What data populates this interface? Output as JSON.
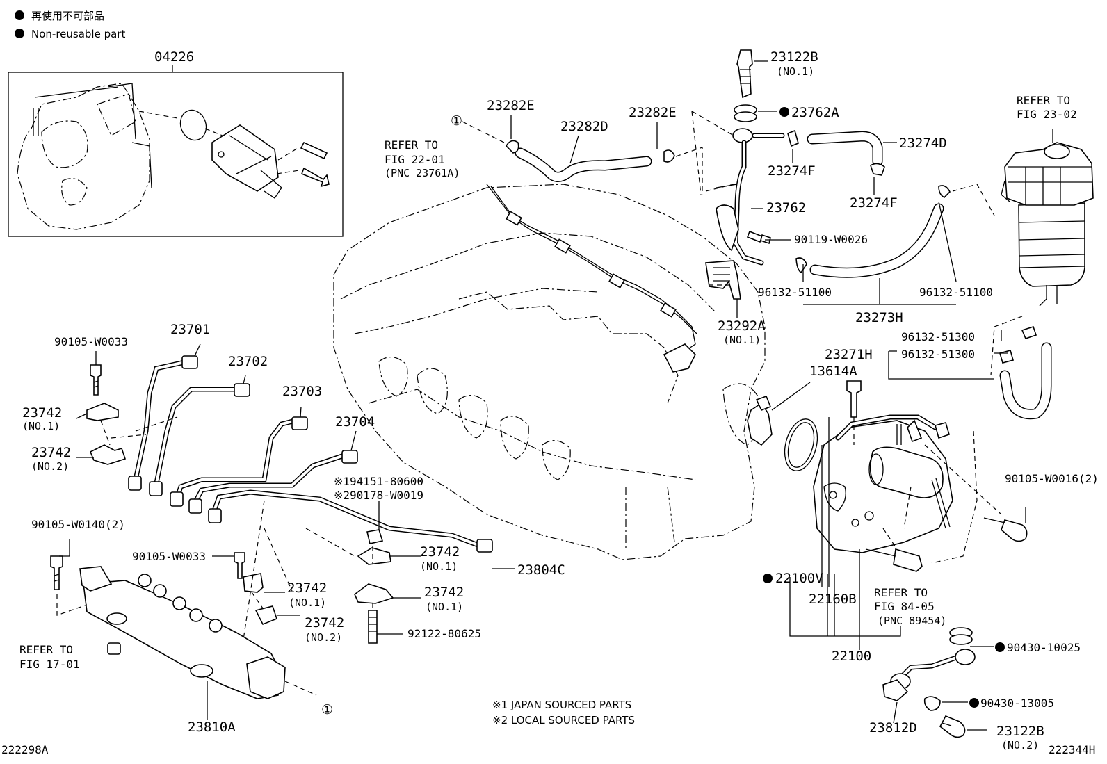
{
  "legend": {
    "jp": "再使用不可部品",
    "en": "Non-reusable part"
  },
  "labels": {
    "p04226": "04226",
    "p23122B_1": "23122B",
    "no1_a": "(NO.1)",
    "p23762A": "23762A",
    "p23282E_l": "23282E",
    "p23282D": "23282D",
    "p23282E_r": "23282E",
    "p23274D": "23274D",
    "p23274F_a": "23274F",
    "p23274F_b": "23274F",
    "p23762": "23762",
    "p90119": "90119-W0026",
    "p96132_a": "96132-51100",
    "p96132_b": "96132-51100",
    "p23273H": "23273H",
    "p23292A": "23292A",
    "no1_b": "(NO.1)",
    "refer_2302_a": "REFER TO",
    "refer_2302_b": "FIG 23-02",
    "refer_2201_a": "REFER TO",
    "refer_2201_b": "FIG 22-01",
    "refer_2201_c": "(PNC 23761A)",
    "p96132_c": "96132-51300",
    "p23271H": "23271H",
    "p96132_d": "96132-51300",
    "p13614A": "13614A",
    "p90105_w0033_a": "90105-W0033",
    "p23701": "23701",
    "p23702": "23702",
    "p23703": "23703",
    "p23704": "23704",
    "p23742_no1_a": "23742",
    "no1_c": "(NO.1)",
    "p23742_no2_a": "23742",
    "no2_a": "(NO.2)",
    "p194151": "※194151-80600",
    "p290178": "※290178-W0019",
    "p90105_w0140": "90105-W0140(2)",
    "p90105_w0033_b": "90105-W0033",
    "p23742_no1_b": "23742",
    "no1_d": "(NO.1)",
    "p23804C": "23804C",
    "p23742_no1_c": "23742",
    "no1_e": "(NO.1)",
    "p23742_no1_d": "23742",
    "no1_f": "(NO.1)",
    "p23742_no2_b": "23742",
    "no2_b": "(NO.2)",
    "p92122": "92122-80625",
    "p90105_w0016": "90105-W0016(2)",
    "p22100V": "22100V",
    "p22160B": "22160B",
    "refer_8405_a": "REFER TO",
    "refer_8405_b": "FIG 84-05",
    "refer_8405_c": "(PNC 89454)",
    "p22100": "22100",
    "p90430_10025": "90430-10025",
    "p90430_13005": "90430-13005",
    "p23812D": "23812D",
    "p23122B_2": "23122B",
    "no2_c": "(NO.2)",
    "refer_1701_a": "REFER TO",
    "refer_1701_b": "FIG 17-01",
    "p23810A": "23810A",
    "note1": "※1 JAPAN SOURCED PARTS",
    "note2": "※2 LOCAL SOURCED PARTS",
    "circle_1a": "①",
    "circle_1b": "①",
    "code_left": "222298A",
    "code_right": "222344H"
  }
}
